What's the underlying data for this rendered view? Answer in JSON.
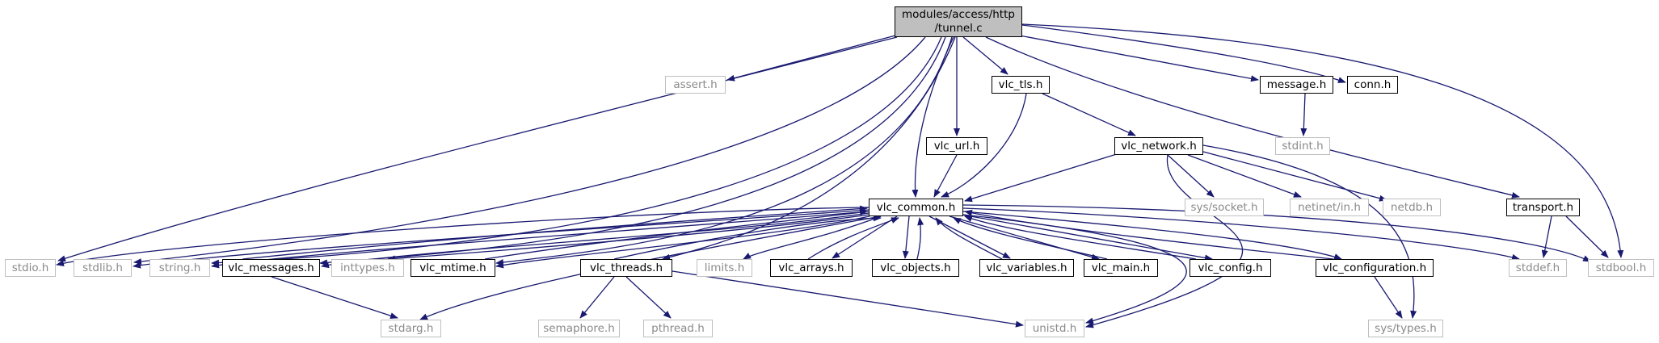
{
  "root": {
    "line1": "modules/access/http",
    "line2": "/tunnel.c"
  },
  "nodes": {
    "assert_h": "assert.h",
    "vlc_tls_h": "vlc_tls.h",
    "message_h": "message.h",
    "conn_h": "conn.h",
    "stdint_h": "stdint.h",
    "vlc_url_h": "vlc_url.h",
    "vlc_network_h": "vlc_network.h",
    "vlc_common_h": "vlc_common.h",
    "sys_socket_h": "sys/socket.h",
    "netinet_in_h": "netinet/in.h",
    "netdb_h": "netdb.h",
    "transport_h": "transport.h",
    "stdio_h": "stdio.h",
    "stdlib_h": "stdlib.h",
    "string_h": "string.h",
    "vlc_messages_h": "vlc_messages.h",
    "inttypes_h": "inttypes.h",
    "vlc_mtime_h": "vlc_mtime.h",
    "vlc_threads_h": "vlc_threads.h",
    "limits_h": "limits.h",
    "vlc_arrays_h": "vlc_arrays.h",
    "vlc_objects_h": "vlc_objects.h",
    "vlc_variables_h": "vlc_variables.h",
    "vlc_main_h": "vlc_main.h",
    "vlc_config_h": "vlc_config.h",
    "vlc_configuration_h": "vlc_configuration.h",
    "stddef_h": "stddef.h",
    "stdbool_h": "stdbool.h",
    "stdarg_h": "stdarg.h",
    "semaphore_h": "semaphore.h",
    "pthread_h": "pthread.h",
    "unistd_h": "unistd.h",
    "sys_types_h": "sys/types.h"
  },
  "edge_color": "#191970"
}
